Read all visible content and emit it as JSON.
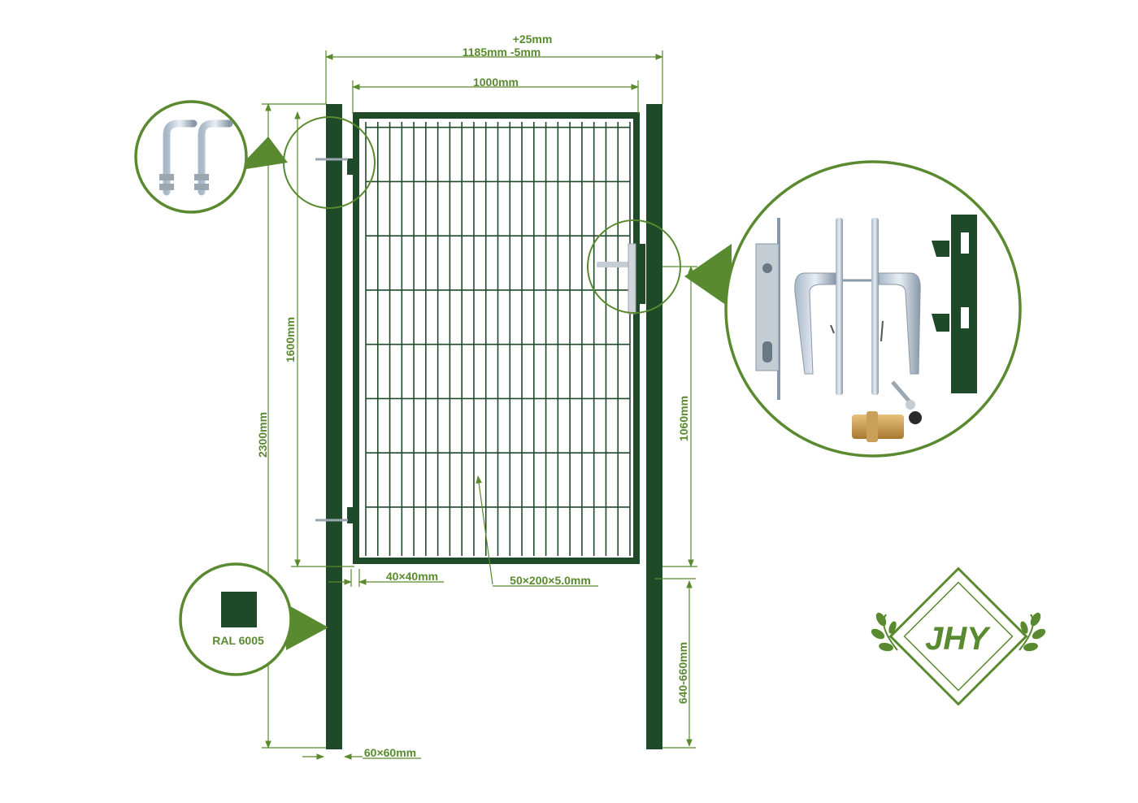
{
  "dimensions": {
    "total_width_tolerance_plus": "+25mm",
    "total_width": "1185mm -5mm",
    "leaf_width": "1000mm",
    "post_height": "2300mm",
    "leaf_height": "1600mm",
    "handle_height": "1060mm",
    "embed_depth": "640-660mm",
    "frame_profile": "40×40mm",
    "mesh_spec": "50×200×5.0mm",
    "post_profile": "60×60mm"
  },
  "color_swatch": {
    "label": "RAL 6005",
    "hex": "#1f4a2a"
  },
  "brand": {
    "logo_text": "JHY"
  },
  "colors": {
    "accent": "#5a8a2f",
    "gate": "#1f4a2a"
  }
}
